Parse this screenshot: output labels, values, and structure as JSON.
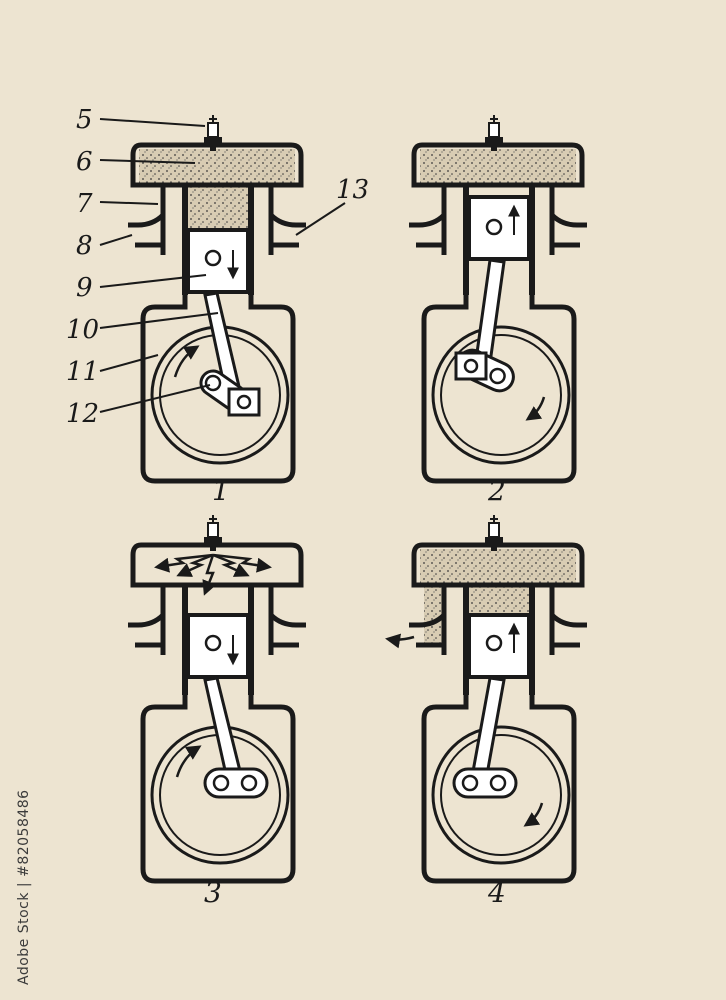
{
  "diagram": {
    "part_labels": [
      "5",
      "6",
      "7",
      "8",
      "9",
      "10",
      "11",
      "12",
      "13"
    ],
    "captions": [
      "1",
      "2",
      "3",
      "4"
    ]
  },
  "watermark": {
    "text": "Adobe Stock | #82058486"
  },
  "colors": {
    "paper": "#ede4d1",
    "ink": "#1a1a1a"
  }
}
